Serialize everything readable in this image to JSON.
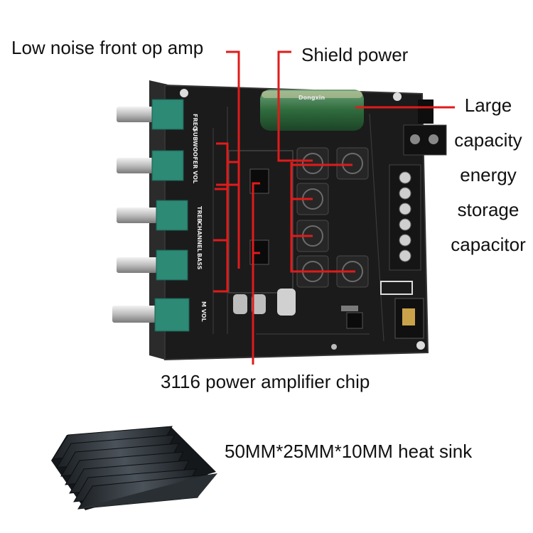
{
  "callouts": {
    "op_amp": "Low noise front op amp",
    "shield_power": "Shield power",
    "capacitor_lines": [
      "Large",
      "capacity",
      "energy",
      "storage",
      "capacitor"
    ],
    "chip": "3116 power amplifier chip",
    "heat_sink": "50MM*25MM*10MM heat sink"
  },
  "silkscreen": {
    "knob_labels": [
      "FREQ",
      "SUBWOOFER VOL",
      "TREB",
      "CHANNEL",
      "BASS",
      "M VOL"
    ],
    "capacitor_print": "Dongxin"
  },
  "colors": {
    "callout_line": "#e01b1b",
    "board": "#1b1b1b",
    "potentiometer": "#2c8a75",
    "capacitor": "#2f6b3d",
    "heat_sink": "#2a2f33"
  }
}
